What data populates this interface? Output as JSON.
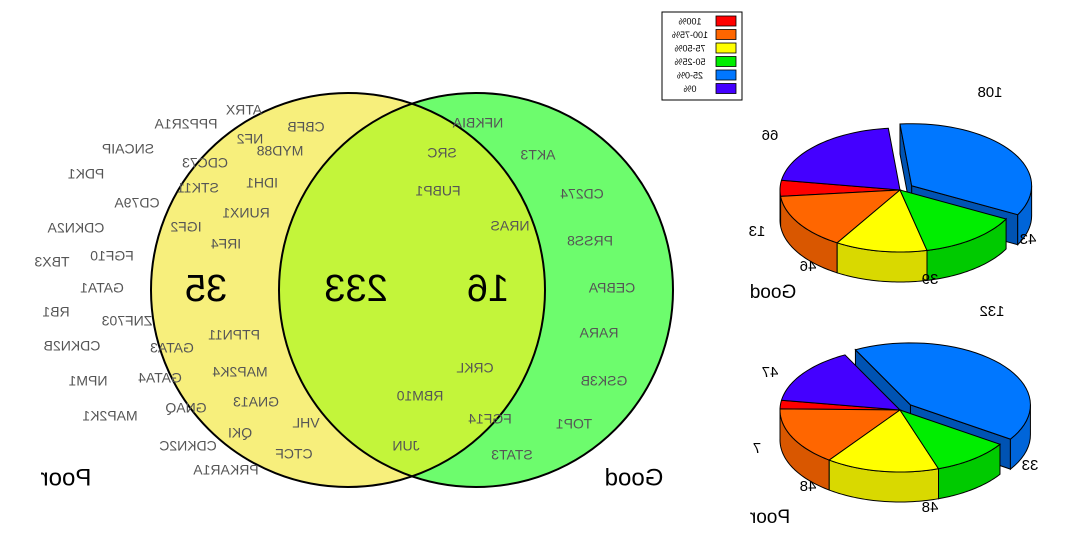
{
  "colors": {
    "poor_circle": "#f7ef7c",
    "good_circle": "#6dfc6d",
    "overlap": "#c3f53a",
    "outline": "#000000"
  },
  "chart_data": [
    {
      "type": "venn",
      "sets": [
        {
          "name": "Poor",
          "unique_count": 35,
          "genes": [
            "ATRX",
            "PPP2R1A",
            "CBFB",
            "NF2",
            "SNCAIP",
            "MYD88",
            "CDC73",
            "PDK1",
            "IDH1",
            "STK11",
            "CD79A",
            "RUNX1",
            "CDKN2A",
            "IGF2",
            "IRF4",
            "TBX3",
            "FGF10",
            "GATA1",
            "RB1",
            "ZNF703",
            "PTPN11",
            "CDKN2B",
            "GATA3",
            "NPM1",
            "GATA4",
            "MAP2K4",
            "GNA13",
            "MAP2K1",
            "GNAQ",
            "VHL",
            "QKI",
            "CDKN2C",
            "CTCF",
            "PRKAR1A"
          ]
        },
        {
          "name": "Good",
          "unique_count": 16,
          "genes": [
            "NFKBIA",
            "SRC",
            "AKT3",
            "FUBP1",
            "CD274",
            "NRAS",
            "PRSS8",
            "CEBPA",
            "RARA",
            "CRKL",
            "GSK3B",
            "RBM10",
            "FGF14",
            "TOP1",
            "JUN",
            "STAT3"
          ]
        }
      ],
      "intersection": 233
    },
    {
      "type": "pie",
      "legend": [
        "100%",
        "100-75%",
        "75-50%",
        "50-25%",
        "25-0%",
        "0%"
      ],
      "legend_colors": [
        "#ff0000",
        "#ff6600",
        "#ffff00",
        "#00ee00",
        "#0077ff",
        "#4400ff"
      ],
      "pies": [
        {
          "title": "Good",
          "values": [
            13,
            46,
            39,
            43,
            108,
            66
          ],
          "exploded": "25-0%"
        },
        {
          "title": "Poor",
          "values": [
            7,
            48,
            48,
            33,
            132,
            47
          ],
          "exploded": "25-0%"
        }
      ]
    }
  ]
}
